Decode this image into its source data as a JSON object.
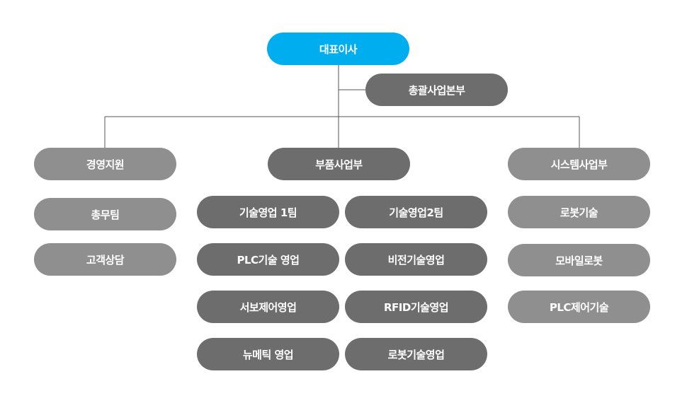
{
  "org": {
    "ceo": "대표이사",
    "hq": "총괄사업본부",
    "divisions": [
      {
        "name": "경영지원",
        "teams": [
          "총무팀",
          "고객상담"
        ]
      },
      {
        "name": "부품사업부",
        "teams_left": [
          "기술영업 1팀",
          "PLC기술 영업",
          "서보제어영업",
          "뉴메틱 영업"
        ],
        "teams_right": [
          "기술영업2팀",
          "비전기술영업",
          "RFID기술영업",
          "로봇기술영업"
        ]
      },
      {
        "name": "시스템사업부",
        "teams": [
          "로봇기술",
          "모바일로봇",
          "PLC제어기술"
        ]
      }
    ]
  },
  "colors": {
    "ceo": "#00aeef",
    "dark": "#6d6d6d",
    "mid": "#808080",
    "light": "#8f8f8f",
    "connector": "#555555"
  }
}
